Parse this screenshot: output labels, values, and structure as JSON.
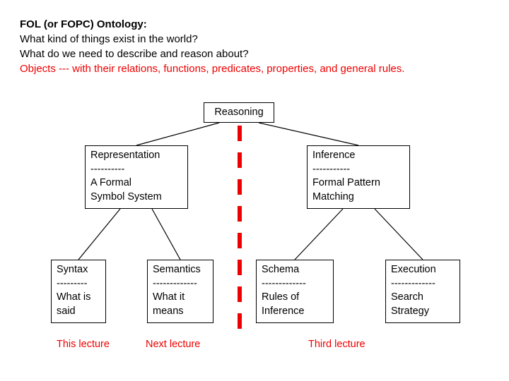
{
  "header": {
    "lines": [
      {
        "text": "FOL (or FOPC) Ontology:",
        "style": "bold"
      },
      {
        "text": "What kind of things exist in the world?",
        "style": "plain"
      },
      {
        "text": "What do we need to describe and reason about?",
        "style": "plain"
      },
      {
        "text": "Objects --- with their relations, functions, predicates, properties, and general rules.",
        "style": "red"
      }
    ]
  },
  "diagram": {
    "type": "tree",
    "root": {
      "title": "Reasoning"
    },
    "level2": [
      {
        "title": "Representation",
        "divider": "----------",
        "body_line1": "A Formal",
        "body_line2": "Symbol System"
      },
      {
        "title": "Inference",
        "divider": "-----------",
        "body_line1": "Formal Pattern",
        "body_line2": "Matching"
      }
    ],
    "level3": [
      {
        "title": "Syntax",
        "divider": "---------",
        "body_line1": "What is",
        "body_line2": "said"
      },
      {
        "title": "Semantics",
        "divider": "-------------",
        "body_line1": "What it",
        "body_line2": "means"
      },
      {
        "title": "Schema",
        "divider": "-------------",
        "body_line1": "Rules of",
        "body_line2": "Inference"
      },
      {
        "title": "Execution",
        "divider": "-------------",
        "body_line1": "Search",
        "body_line2": "Strategy"
      }
    ],
    "divider_color": "#ee0000",
    "line_color": "#000000"
  },
  "footer_labels": [
    {
      "text": "This lecture"
    },
    {
      "text": "Next lecture"
    },
    {
      "text": "Third lecture"
    }
  ]
}
